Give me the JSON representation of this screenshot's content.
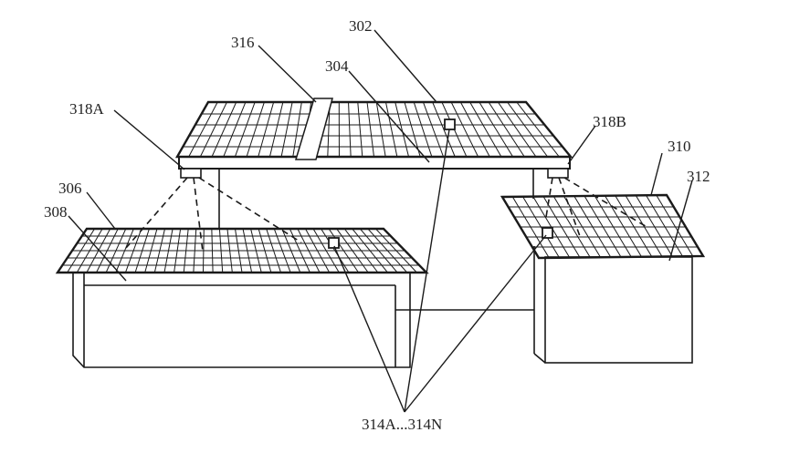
{
  "labels": {
    "l302": "302",
    "l304": "304",
    "l306": "306",
    "l308": "308",
    "l310": "310",
    "l312": "312",
    "l316": "316",
    "l318A": "318A",
    "l318B": "318B",
    "l314": "314A...314N"
  },
  "colors": {
    "line": "#1a1a1a",
    "background": "#ffffff"
  }
}
